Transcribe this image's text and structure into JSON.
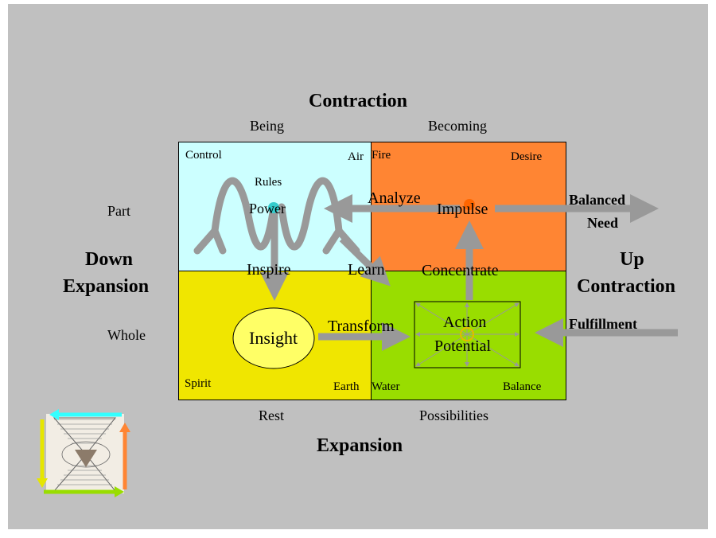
{
  "colors": {
    "background": "#c0c0c0",
    "being": "#ccffff",
    "becoming": "#ff8533",
    "rest": "#f0e600",
    "possibilities": "#99dd00",
    "arrow": "#999999",
    "insight_fill": "#ffff66",
    "power_dot": "#33cccc",
    "impulse_dot": "#ff6600"
  },
  "headings": {
    "top": "Contraction",
    "bottom": "Expansion",
    "left_line1": "Down",
    "left_line2": "Expansion",
    "right_line1": "Up",
    "right_line2": "Contraction"
  },
  "columns": {
    "being": "Being",
    "becoming": "Becoming",
    "rest": "Rest",
    "possibilities": "Possibilities"
  },
  "rows": {
    "part": "Part",
    "whole": "Whole"
  },
  "quadrants": {
    "control": "Control",
    "air": "Air",
    "fire": "Fire",
    "desire": "Desire",
    "spirit": "Spirit",
    "earth": "Earth",
    "water": "Water",
    "balance": "Balance"
  },
  "nodes": {
    "rules": "Rules",
    "power": "Power",
    "analyze": "Analyze",
    "impulse": "Impulse",
    "inspire": "Inspire",
    "learn": "Learn",
    "concentrate": "Concentrate",
    "insight": "Insight",
    "transform": "Transform",
    "action": "Action",
    "potential": "Potential"
  },
  "right_labels": {
    "balanced": "Balanced",
    "need": "Need",
    "fulfillment": "Fulfillment"
  },
  "icons": [
    "hourglass-cycle-icon"
  ]
}
